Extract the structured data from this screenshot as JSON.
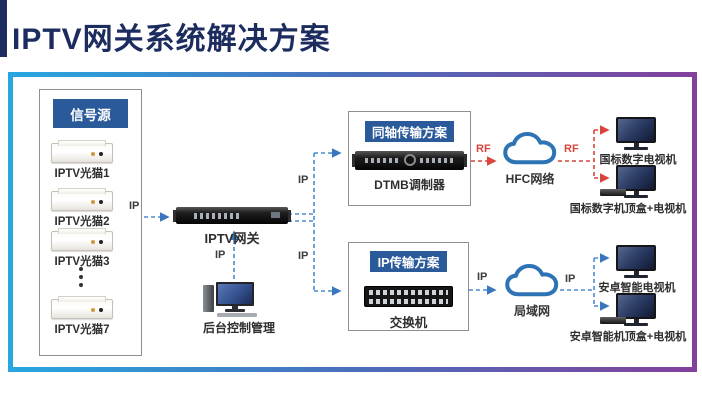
{
  "title": "IPTV网关系统解决方案",
  "signal": {
    "header": "信号源",
    "modems": [
      "IPTV光猫1",
      "IPTV光猫2",
      "IPTV光猫3",
      "IPTV光猫7"
    ]
  },
  "gateway": {
    "label": "IPTV网关"
  },
  "control": {
    "label": "后台控制管理"
  },
  "coax": {
    "header": "同轴传输方案",
    "device": "DTMB调制器",
    "cloud": "HFC网络",
    "endpoints": [
      "国标数字电视机",
      "国标数字机顶盒+电视机"
    ]
  },
  "ip": {
    "header": "IP传输方案",
    "device": "交换机",
    "cloud": "局域网",
    "endpoints": [
      "安卓智能电视机",
      "安卓智能机顶盒+电视机"
    ]
  },
  "links": {
    "source_to_gateway": "IP",
    "control_to_gateway": "IP",
    "gateway_to_coax": "IP",
    "gateway_to_ip": "IP",
    "coax_to_cloud": "RF",
    "hfc_to_tv": "RF",
    "ipbox_to_cloud": "IP",
    "lan_to_tv": "IP"
  },
  "colors": {
    "header_blue": "#2b5a9b",
    "dash_blue": "#4a8bd4",
    "dash_red": "#d9453a",
    "cloud_blue": "#2e74b5",
    "title_navy": "#1c2c5e",
    "frame_gradient_start": "#27a7e0",
    "frame_gradient_end": "#83409c"
  }
}
